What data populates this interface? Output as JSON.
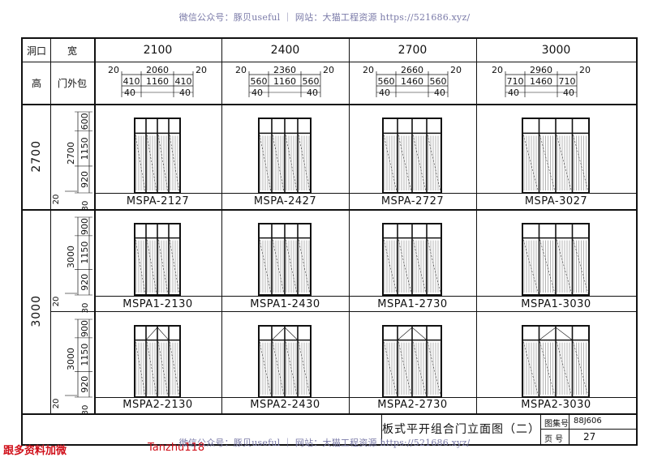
{
  "watermark_top": "微信公众号：豚贝useful ｜ 网站：大猫工程资源 https://521686.xyz/",
  "watermark_bottom": "微信公众号：豚贝useful ｜ 网站：大猫工程资源 https://521686.xyz/",
  "corner": {
    "opening": "洞口",
    "width": "宽",
    "height": "高",
    "door_outer": "门外包"
  },
  "widths": [
    "2100",
    "2400",
    "2700",
    "3000"
  ],
  "width_dims": [
    {
      "top": "2060",
      "sides": "20",
      "left": "410",
      "mid": "1160",
      "right": "410",
      "ins": "40"
    },
    {
      "top": "2360",
      "sides": "20",
      "left": "560",
      "mid": "1160",
      "right": "560",
      "ins": "40"
    },
    {
      "top": "2660",
      "sides": "20",
      "left": "560",
      "mid": "1460",
      "right": "560",
      "ins": "40"
    },
    {
      "top": "2960",
      "sides": "20",
      "left": "710",
      "mid": "1460",
      "right": "710",
      "ins": "40"
    }
  ],
  "heights": [
    "2700",
    "3000"
  ],
  "row_dims": [
    {
      "total": "2700",
      "a": "600",
      "b": "1150",
      "c": "920",
      "bottom": "30",
      "gap": "20"
    },
    {
      "total": "3000",
      "a": "900",
      "b": "1150",
      "c": "920",
      "bottom": "30",
      "gap": "20"
    },
    {
      "total": "3000",
      "a": "900",
      "b": "1150",
      "c": "920",
      "bottom": "30",
      "gap": "20"
    }
  ],
  "labels": [
    [
      "MSPA-2127",
      "MSPA-2427",
      "MSPA-2727",
      "MSPA-3027"
    ],
    [
      "MSPA1-2130",
      "MSPA1-2430",
      "MSPA1-2730",
      "MSPA1-3030"
    ],
    [
      "MSPA2-2130",
      "MSPA2-2430",
      "MSPA2-2730",
      "MSPA2-3030"
    ]
  ],
  "title_block": {
    "title": "板式平开组合门立面图（二）",
    "atlas_label": "图集号",
    "atlas_no": "88J606",
    "page_label": "页  号",
    "page_no": "27"
  },
  "footer_left": "跟多资料加微",
  "footer_id": "Tanzhu118"
}
